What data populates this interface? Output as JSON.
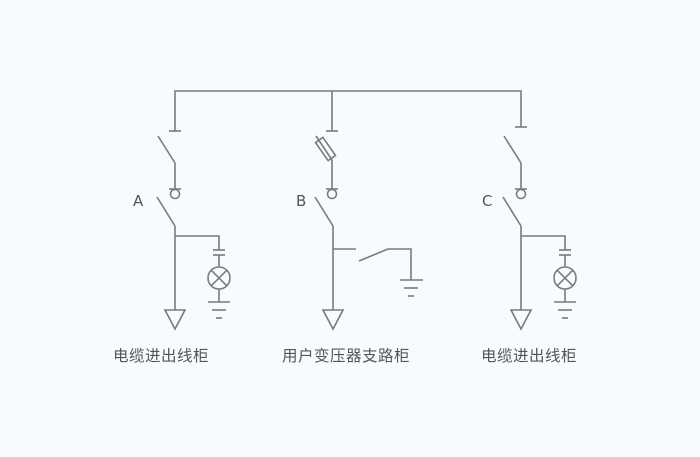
{
  "diagram": {
    "title": "Switchgear single-line diagram",
    "line_color": "#7b7b7b",
    "background_color": "#f5fbfe",
    "text_color": "#555555",
    "units": [
      {
        "id": "A",
        "letter": "A",
        "caption": "电缆进出线柜",
        "top_device": "disconnector",
        "branch": "capacitor-indicator-lamp-to-ground",
        "symbols": [
          "bus-tap",
          "disconnector",
          "contact-circle",
          "load-switch",
          "capacitor",
          "indicator-lamp",
          "ground",
          "cable-termination-triangle"
        ]
      },
      {
        "id": "B",
        "letter": "B",
        "caption": "用户变压器支路柜",
        "top_device": "fuse",
        "branch": "earthing-switch-to-ground",
        "symbols": [
          "bus-tap",
          "fuse",
          "contact-circle",
          "load-switch",
          "earthing-switch",
          "ground",
          "cable-termination-triangle"
        ]
      },
      {
        "id": "C",
        "letter": "C",
        "caption": "电缆进出线柜",
        "top_device": "disconnector",
        "branch": "capacitor-indicator-lamp-to-ground",
        "symbols": [
          "bus-tap",
          "disconnector",
          "contact-circle",
          "load-switch",
          "capacitor",
          "indicator-lamp",
          "ground",
          "cable-termination-triangle"
        ]
      }
    ]
  }
}
